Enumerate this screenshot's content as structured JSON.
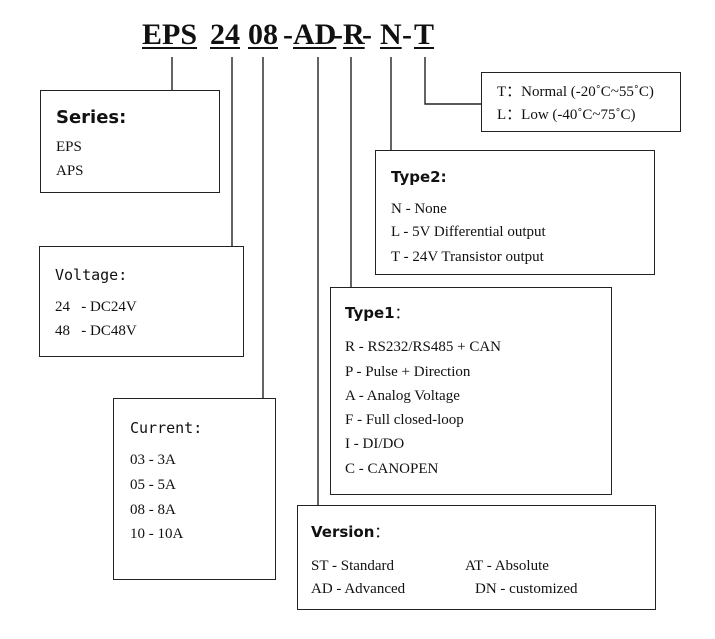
{
  "code": {
    "series": "EPS",
    "voltage": "24",
    "current": "08",
    "d1": "-",
    "version": "AD",
    "d2": "-",
    "type1": "R",
    "d3": " -",
    "type2": "N",
    "d4": "-",
    "temp": "T"
  },
  "temperature": {
    "items": [
      "T：Normal (-20˚C~55˚C)",
      "L：Low (-40˚C~75˚C)"
    ]
  },
  "series": {
    "title": "Series:",
    "items": [
      "EPS",
      "APS"
    ]
  },
  "type2": {
    "title": "Type2:",
    "items": [
      "N - None",
      "L - 5V Differential output",
      "T - 24V Transistor output"
    ]
  },
  "voltage": {
    "title": "Voltage:",
    "items": [
      "24   - DC24V",
      "48   - DC48V"
    ]
  },
  "type1": {
    "title": "Type1",
    "colon": "：",
    "items": [
      "R - RS232/RS485 + CAN",
      "P - Pulse + Direction",
      "A - Analog Voltage",
      "F - Full closed-loop",
      "I - DI/DO",
      "C - CANOPEN"
    ]
  },
  "current": {
    "title": "Current:",
    "items": [
      "03 - 3A",
      "05 - 5A",
      "08 - 8A",
      "10 - 10A"
    ]
  },
  "version": {
    "title": "Version",
    "colon": "：",
    "items": {
      "st": "ST - Standard",
      "at": "AT - Absolute",
      "ad": "AD - Advanced",
      "dn": "DN - customized"
    }
  }
}
